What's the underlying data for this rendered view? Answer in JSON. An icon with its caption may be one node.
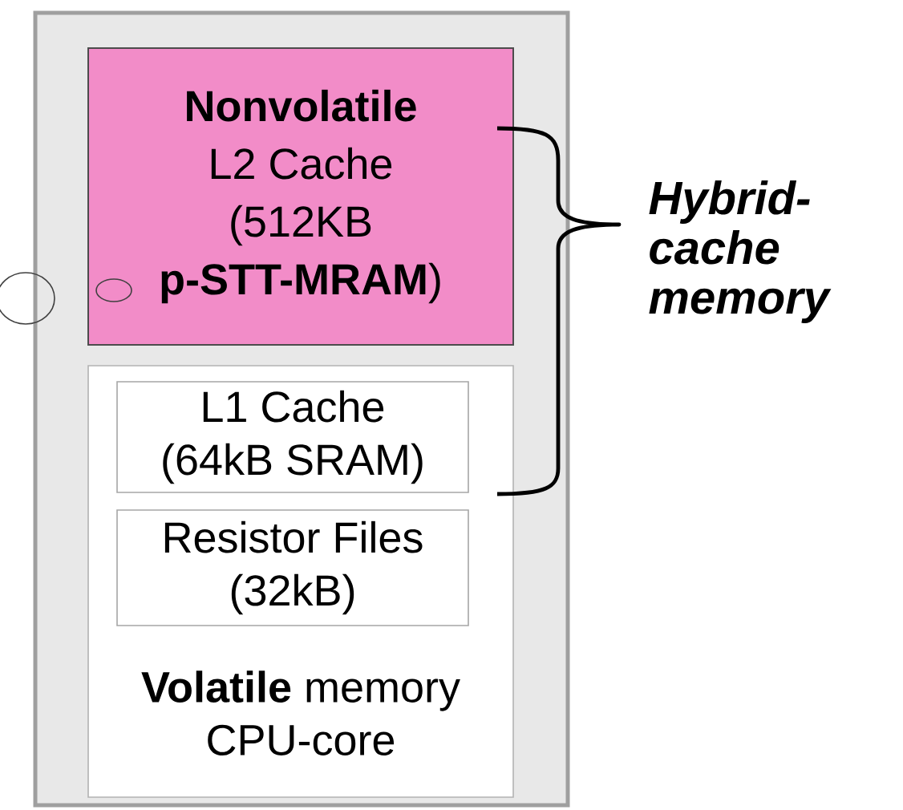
{
  "diagram": {
    "nodes": [
      {
        "text": [],
        "shape": "box"
      },
      {
        "text": [
          "Nonvolatile",
          "L2 Cache (512KB **p-STT-MRAM**)"
        ],
        "in": 0
      },
      {
        "text": [
          "**Volatile** memory CPU-core"
        ],
        "in": 0
      },
      {
        "text": [
          "L1 Cache (64kB SRAM)"
        ],
        "in": 2
      },
      {
        "text": [
          "Resistor Files (32kB)"
        ],
        "in": 2
      }
    ],
    "labels": [
      "Hybrid-cache memory"
    ]
  }
}
